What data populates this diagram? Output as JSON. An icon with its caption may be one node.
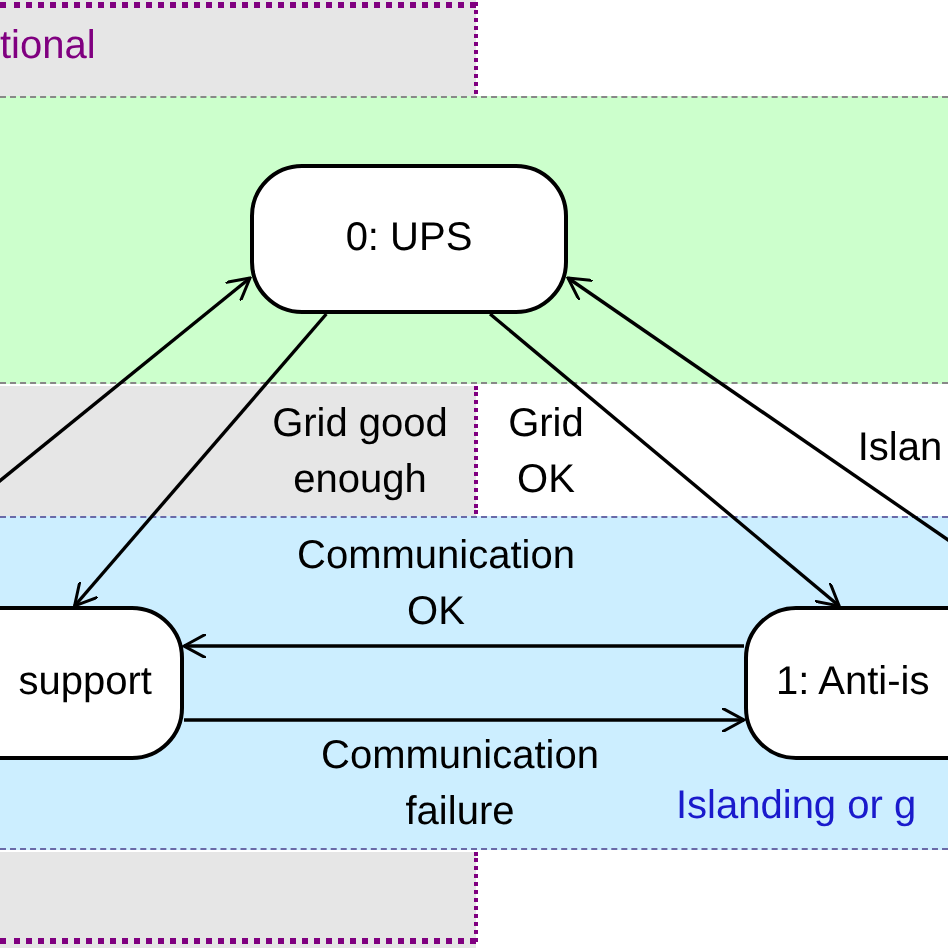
{
  "diagram": {
    "nodes": [
      {
        "text": [
          "0: UPS"
        ]
      },
      {
        "text": [
          "support"
        ]
      },
      {
        "text": [
          "1: Anti-is"
        ]
      }
    ],
    "edges": [
      {
        "from": null,
        "to": 0,
        "arrow": "to"
      },
      {
        "from": 0,
        "to": 1,
        "arrow": "to",
        "label": "Grid good enough"
      },
      {
        "from": 0,
        "to": 2,
        "arrow": "to",
        "label": "Grid OK"
      },
      {
        "from": null,
        "to": 0,
        "arrow": "to",
        "label": "Islan"
      },
      {
        "from": 2,
        "to": 1,
        "arrow": "to",
        "label": "Communication OK"
      },
      {
        "from": 1,
        "to": 2,
        "arrow": "to",
        "label": "Communication failure"
      }
    ],
    "labels": [
      "tional",
      "Islanding or g"
    ]
  }
}
